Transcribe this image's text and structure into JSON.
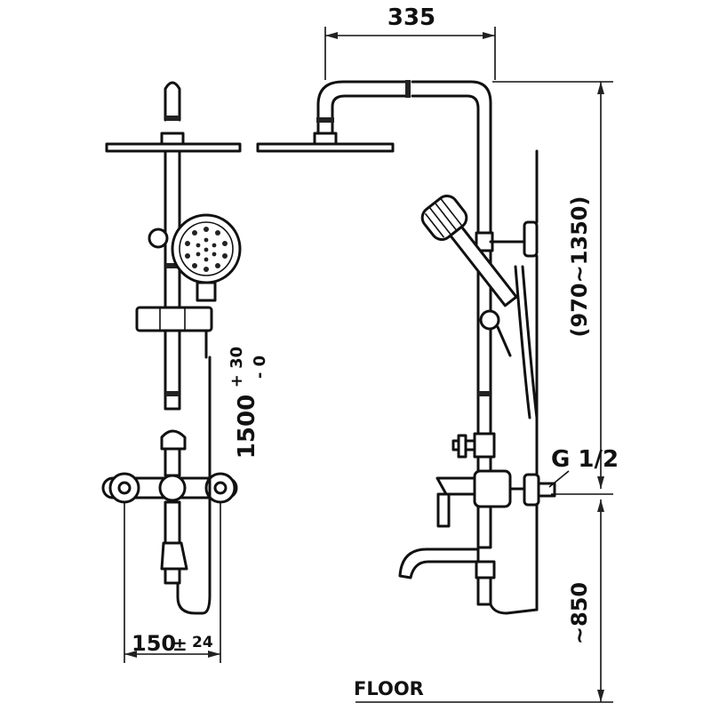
{
  "drawing": {
    "dimensions": {
      "arm_reach": "335",
      "riser_range": "(970~1350)",
      "inlet_thread": "G 1/2",
      "valve_height": "~850",
      "head_height_main": "1500",
      "head_height_tol_plus": "+ 30",
      "head_height_tol_minus": "- 0",
      "inlet_spacing_main": "150",
      "inlet_spacing_tol": "±",
      "inlet_spacing_tol_value": "24"
    },
    "floor_label": "FLOOR"
  }
}
